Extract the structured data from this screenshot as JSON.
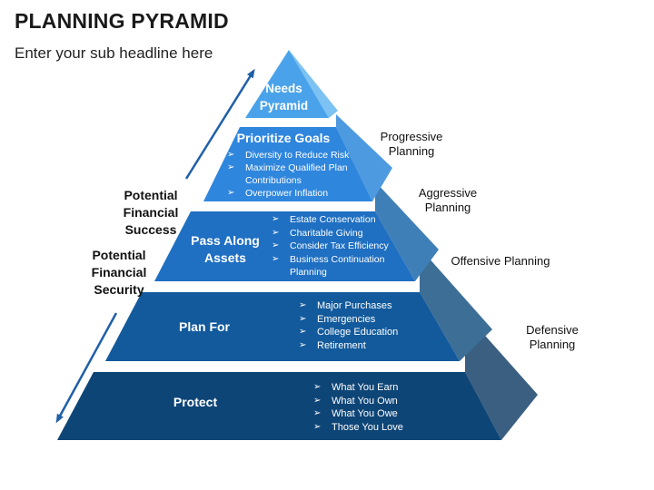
{
  "header": {
    "title": "PLANNING PYRAMID",
    "subtitle": "Enter your sub headline here"
  },
  "colors": {
    "tier1": "#4aa3ea",
    "tier2": "#2f86dd",
    "tier3": "#1f6fc2",
    "tier4": "#125a9c",
    "tier5": "#0e4577",
    "arrow": "#1f5fa8"
  },
  "left_labels": {
    "success": "Potential Financial Success",
    "security": "Potential Financial Security"
  },
  "tiers": [
    {
      "name": "Needs Pyramid",
      "bullets": [],
      "side_label": ""
    },
    {
      "name": "Prioritize Goals",
      "bullets": [
        "Diversity to Reduce Risk",
        "Maximize Qualified Plan Contributions",
        "Overpower Inflation"
      ],
      "side_label": "Progressive Planning"
    },
    {
      "name": "Pass Along Assets",
      "bullets": [
        "Estate Conservation",
        "Charitable Giving",
        "Consider Tax Efficiency",
        "Business Continuation Planning"
      ],
      "side_label": "Aggressive Planning"
    },
    {
      "name": "Plan For",
      "bullets": [
        "Major Purchases",
        "Emergencies",
        "College Education",
        "Retirement"
      ],
      "side_label": "Offensive Planning"
    },
    {
      "name": "Protect",
      "bullets": [
        "What You Earn",
        "What You Own",
        "What You Owe",
        "Those You Love"
      ],
      "side_label": "Defensive Planning"
    }
  ]
}
